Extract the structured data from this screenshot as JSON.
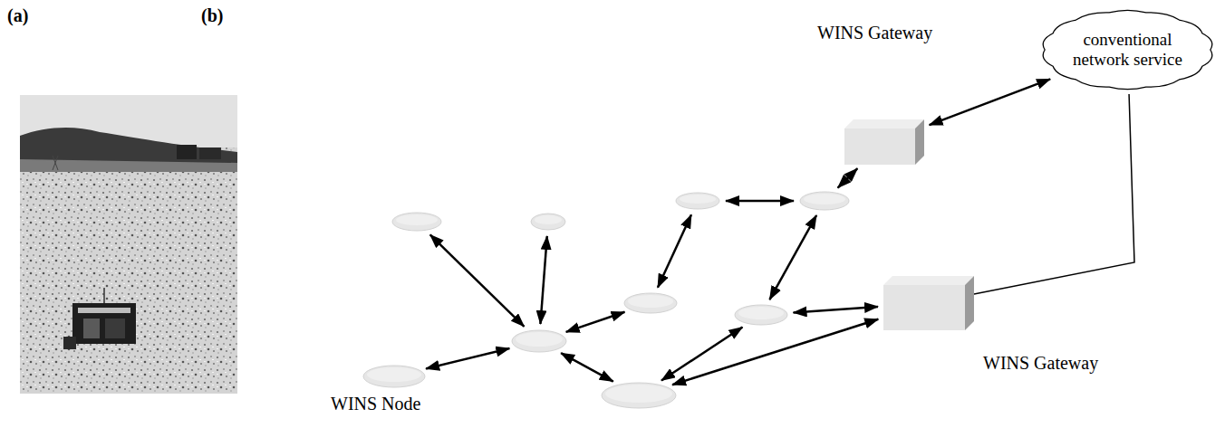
{
  "diagram": {
    "nodes": [
      {
        "text": [
          "conventional network service"
        ]
      },
      {
        "text": [
          "WINS Gateway"
        ]
      },
      {
        "text": []
      },
      {
        "text": []
      },
      {
        "text": []
      },
      {
        "text": []
      },
      {
        "text": []
      },
      {
        "text": []
      },
      {
        "text": [
          "WINS Gateway"
        ]
      },
      {
        "text": []
      },
      {
        "text": [
          "WINS Node"
        ]
      },
      {
        "text": []
      }
    ],
    "edges": [
      {
        "from": 2,
        "to": 9,
        "arrow": "both"
      },
      {
        "from": 3,
        "to": 9,
        "arrow": "both"
      },
      {
        "from": 10,
        "to": 9,
        "arrow": "both"
      },
      {
        "from": 9,
        "to": 6,
        "arrow": "both"
      },
      {
        "from": 9,
        "to": 11,
        "arrow": "both"
      },
      {
        "from": 6,
        "to": 4,
        "arrow": "both"
      },
      {
        "from": 4,
        "to": 5,
        "arrow": "both"
      },
      {
        "from": 5,
        "to": 1,
        "arrow": "both"
      },
      {
        "from": 1,
        "to": 0,
        "arrow": "both"
      },
      {
        "from": 5,
        "to": 7,
        "arrow": "both"
      },
      {
        "from": 7,
        "to": 8,
        "arrow": "both"
      },
      {
        "from": 11,
        "to": 7,
        "arrow": "both"
      },
      {
        "from": 11,
        "to": 8,
        "arrow": "both"
      },
      {
        "from": 0,
        "to": 8,
        "arrow": "none"
      }
    ],
    "labels": [
      "(a)",
      "(b)"
    ]
  }
}
